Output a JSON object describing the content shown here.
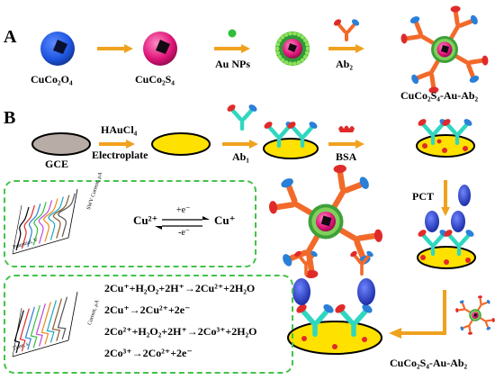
{
  "panels": {
    "a": "A",
    "b": "B"
  },
  "row_a": {
    "cuco2o4": "CuCo₂O₄",
    "cuco2s4": "CuCo₂S₄",
    "au_nps": "Au NPs",
    "ab2": "Ab₂",
    "conjugate": "CuCo₂S₄-Au-Ab₂"
  },
  "row_b": {
    "gce": "GCE",
    "haucl4": "HAuCl₄",
    "electroplate": "Electroplate",
    "ab1": "Ab₁",
    "bsa": "BSA",
    "pct": "PCT",
    "conjugate_bottom": "CuCo₂S₄-Au-Ab₂"
  },
  "redox": {
    "left": "Cu²⁺",
    "right": "Cu⁺",
    "top": "+e⁻",
    "bottom": "-e⁻"
  },
  "equations": [
    "2Cu⁺+H₂O₂+2H⁺→2Cu²⁺+2H₂O",
    "2Cu⁺→2Cu²⁺+2e⁻",
    "2Co²⁺+H₂O₂+2H⁺→2Co³⁺+2H₂O",
    "2Co³⁺→2Co²⁺+2e⁻"
  ],
  "plots": {
    "top": {
      "xlabel": "Potential, V",
      "ylabel": "SWV Current, μA"
    },
    "bottom": {
      "xlabel": "Time, s",
      "ylabel": "Current, μA"
    }
  },
  "colors": {
    "arrow": "#f0a11e",
    "dashed_box": "#44c24a",
    "electrode_gold": "#ffe100",
    "gce_gray": "#b8aca6",
    "antibody_stem": "#2fd7c0",
    "antibody_red": "#e02a2a",
    "antibody_blue": "#2a7fd8",
    "ab2_orange": "#f26a2a",
    "nanoparticle_green": "#2fbf3a",
    "antigen_blue": "#2b42c9",
    "core_blue": "#1f55e0",
    "core_pink": "#e0157a"
  }
}
